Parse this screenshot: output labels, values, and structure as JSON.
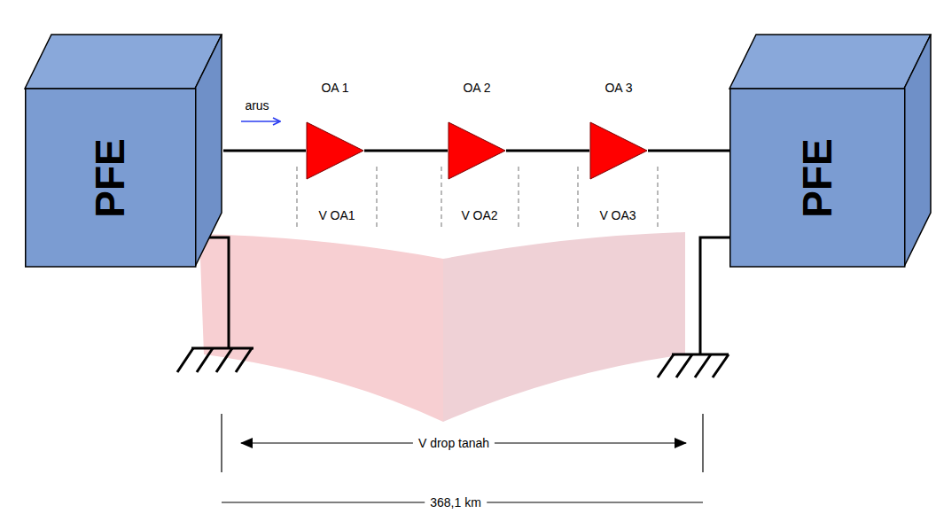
{
  "diagram": {
    "nodes": [
      {
        "text": [
          "PFE"
        ]
      },
      {
        "text": [
          "OA 1"
        ]
      },
      {
        "text": [
          "OA 2"
        ]
      },
      {
        "text": [
          "OA 3"
        ]
      },
      {
        "text": [
          "PFE"
        ]
      }
    ],
    "edges": [
      {
        "from": 0,
        "to": 1,
        "arrow": "none"
      },
      {
        "from": 1,
        "to": 2,
        "arrow": "none"
      },
      {
        "from": 2,
        "to": 3,
        "arrow": "none"
      },
      {
        "from": 3,
        "to": 4,
        "arrow": "none"
      }
    ],
    "labels": [
      "arus",
      "V OA1",
      "V OA2",
      "V OA3",
      "V drop tanah",
      "368,1 km"
    ]
  }
}
